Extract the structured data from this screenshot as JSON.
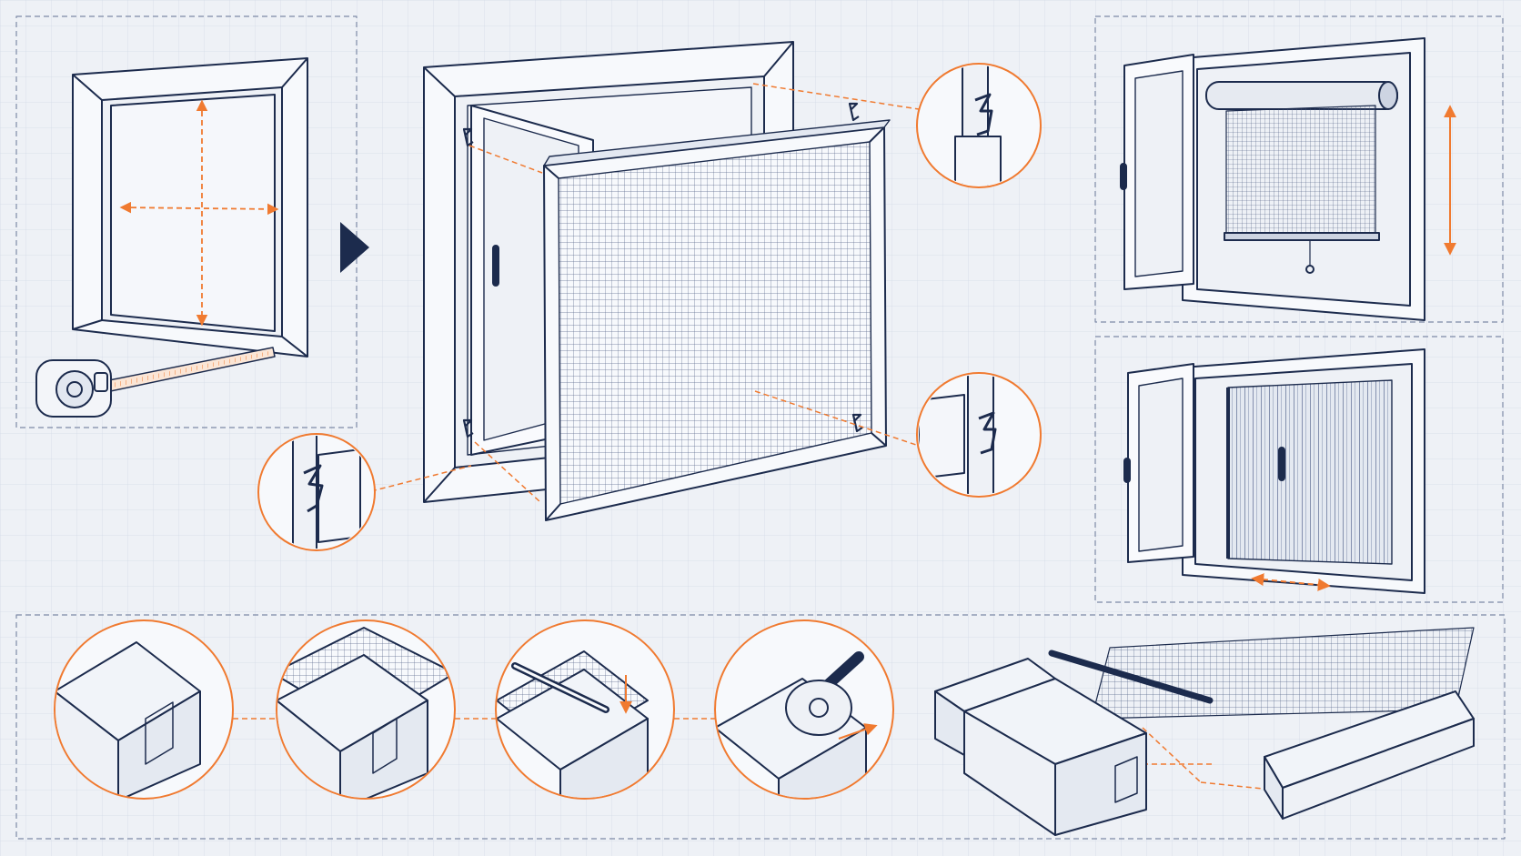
{
  "palette": {
    "background": "#eef1f6",
    "grid": "#d3dbe8",
    "ink": "#1c2b4d",
    "ink_light": "#7d8aa6",
    "accent": "#f07a30"
  },
  "panels": [
    {
      "name": "measure-window-panel",
      "icons": [
        "window-frame-icon",
        "tape-measure-icon",
        "dimension-arrow-icon"
      ]
    },
    {
      "name": "hook-frame-screen-panel",
      "icons": [
        "window-frame-icon",
        "z-hook-icon",
        "mesh-screen-icon"
      ]
    },
    {
      "name": "roller-screen-panel",
      "icons": [
        "roller-cassette-icon",
        "vertical-arrow-icon"
      ]
    },
    {
      "name": "pleated-screen-panel",
      "icons": [
        "pleated-screen-icon",
        "horizontal-arrow-icon"
      ]
    },
    {
      "name": "profile-assembly-panel",
      "icons": [
        "aluminium-profile-icon",
        "mesh-icon",
        "spline-cord-icon",
        "spline-roller-icon",
        "corner-connector-icon"
      ]
    }
  ],
  "flow_markers": [
    "next-step-arrow-icon"
  ]
}
